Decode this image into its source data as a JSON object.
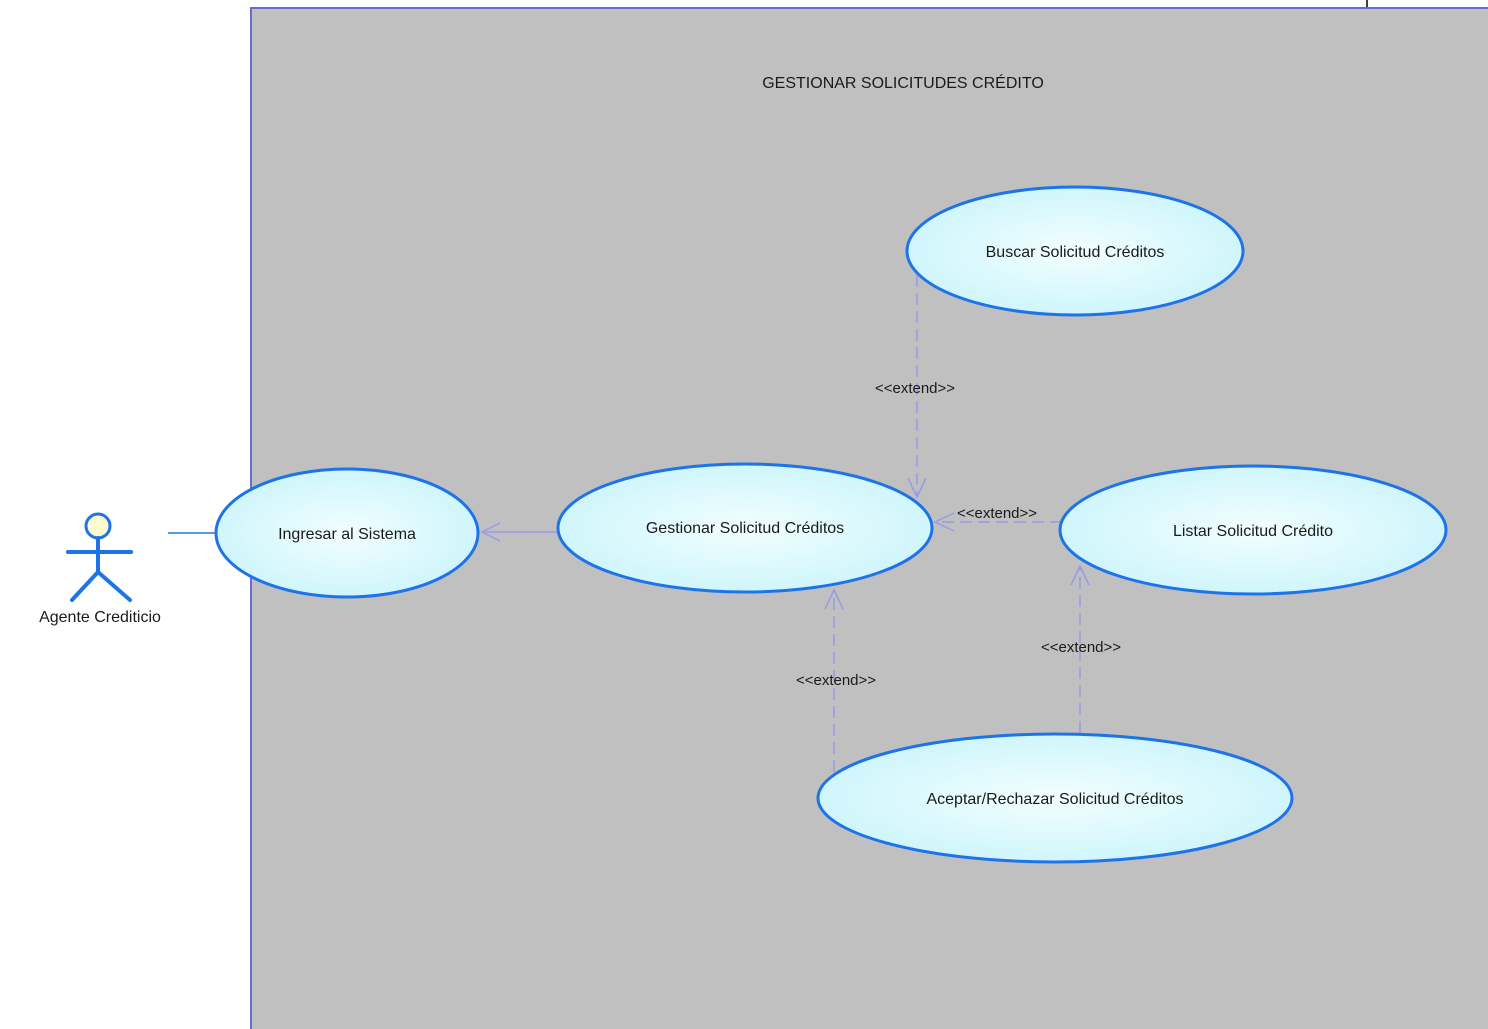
{
  "system": {
    "title": "GESTIONAR SOLICITUDES CRÉDITO"
  },
  "actor": {
    "name": "Agente Crediticio"
  },
  "use_cases": {
    "ingresar": "Ingresar al Sistema",
    "gestionar": "Gestionar Solicitud Créditos",
    "buscar": "Buscar Solicitud Créditos",
    "listar": "Listar Solicitud Crédito",
    "aceptar": "Aceptar/Rechazar Solicitud Créditos"
  },
  "relations": {
    "buscar_extend": "<<extend>>",
    "listar_extend": "<<extend>>",
    "aceptar_gestionar_extend": "<<extend>>",
    "aceptar_listar_extend": "<<extend>>"
  },
  "colors": {
    "boundary_fill": "#c0c0c0",
    "boundary_stroke": "#6b6bd6",
    "usecase_stroke": "#1e73e8",
    "usecase_fill_light": "#f2feff",
    "usecase_fill_dark": "#c8f4fb",
    "connector": "#9a9ae6",
    "actor_stroke": "#1e73e8",
    "actor_head_fill": "#fdfbd0"
  }
}
